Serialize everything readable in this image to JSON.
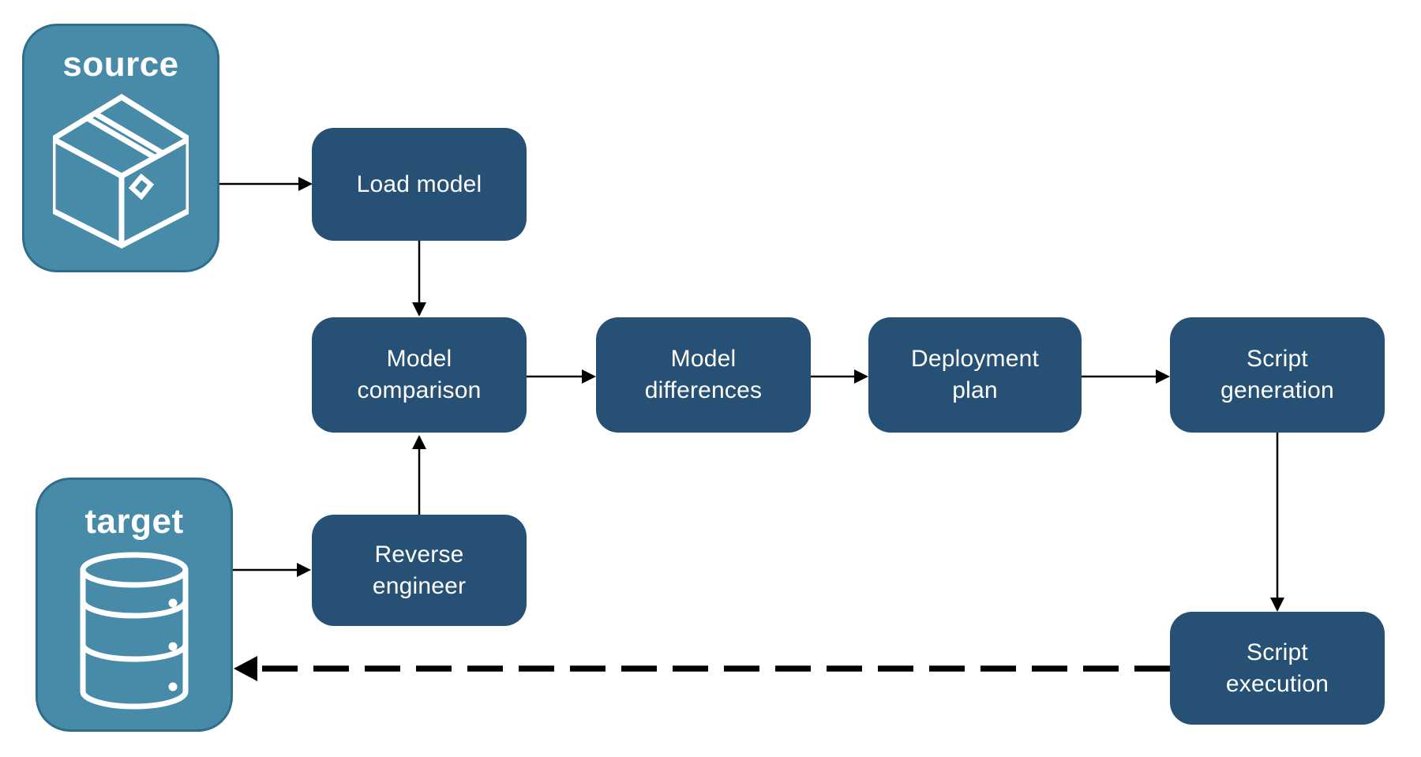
{
  "diagram": {
    "endpoints": {
      "source": {
        "label": "source",
        "icon": "package-icon"
      },
      "target": {
        "label": "target",
        "icon": "database-icon"
      }
    },
    "nodes": {
      "load_model": {
        "label": "Load model"
      },
      "model_comparison": {
        "label": "Model comparison"
      },
      "model_differences": {
        "label": "Model differences"
      },
      "deployment_plan": {
        "label": "Deployment plan"
      },
      "script_generation": {
        "label": "Script generation"
      },
      "reverse_engineer": {
        "label": "Reverse engineer"
      },
      "script_execution": {
        "label": "Script execution"
      }
    },
    "edges": [
      {
        "from": "source",
        "to": "load_model",
        "style": "solid"
      },
      {
        "from": "load_model",
        "to": "model_comparison",
        "style": "solid"
      },
      {
        "from": "model_comparison",
        "to": "model_differences",
        "style": "solid"
      },
      {
        "from": "model_differences",
        "to": "deployment_plan",
        "style": "solid"
      },
      {
        "from": "deployment_plan",
        "to": "script_generation",
        "style": "solid"
      },
      {
        "from": "script_generation",
        "to": "script_execution",
        "style": "solid"
      },
      {
        "from": "target",
        "to": "reverse_engineer",
        "style": "solid"
      },
      {
        "from": "reverse_engineer",
        "to": "model_comparison",
        "style": "solid"
      },
      {
        "from": "script_execution",
        "to": "target",
        "style": "dashed"
      }
    ],
    "colors": {
      "node_fill": "#265175",
      "endpoint_fill": "#478BA9",
      "endpoint_border": "#2E6E8A",
      "label_text": "#FFFFFF",
      "arrow": "#000000",
      "background": "#FFFFFF"
    }
  }
}
